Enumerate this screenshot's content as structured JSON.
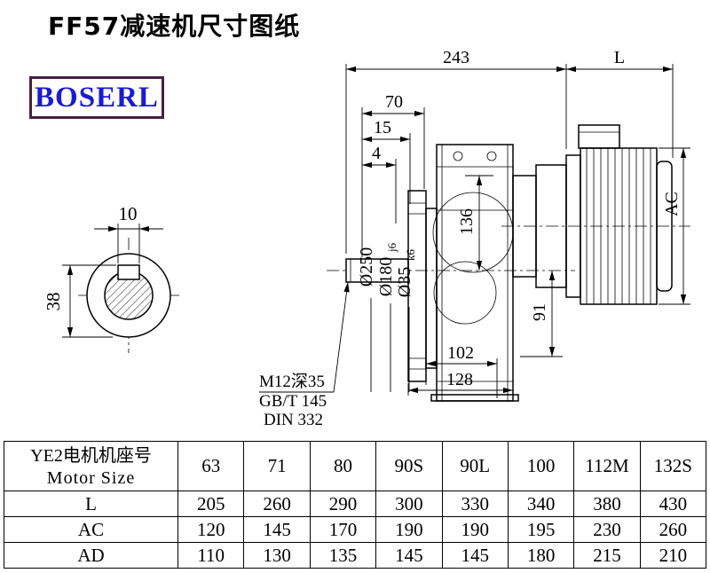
{
  "page": {
    "title": "FF57减速机尺寸图纸",
    "logo_text": "BOSERL"
  },
  "drawing": {
    "dim_243": "243",
    "dim_L": "L",
    "dim_70": "70",
    "dim_15": "15",
    "dim_4": "4",
    "dim_AC": "AC",
    "dim_136": "136",
    "dim_91": "91",
    "dim_102": "102",
    "dim_128": "128",
    "dim_10": "10",
    "dim_38": "38",
    "dia_250": "Ø250",
    "dia_180": {
      "main": "Ø180",
      "tol": "j6"
    },
    "dia_35": {
      "main": "Ø35",
      "tol": "k6"
    },
    "note_thread": "M12深35",
    "note_gb": "GB/T 145",
    "note_din": "DIN 332"
  },
  "table": {
    "row_header": {
      "line1": "YE2电机机座号",
      "line2": "Motor Size"
    },
    "motor_sizes": [
      "63",
      "71",
      "80",
      "90S",
      "90L",
      "100",
      "112M",
      "132S"
    ],
    "rows": [
      {
        "label": "L",
        "values": [
          "205",
          "260",
          "290",
          "300",
          "330",
          "340",
          "380",
          "430"
        ]
      },
      {
        "label": "AC",
        "values": [
          "120",
          "145",
          "170",
          "190",
          "190",
          "195",
          "230",
          "260"
        ]
      },
      {
        "label": "AD",
        "values": [
          "110",
          "130",
          "135",
          "145",
          "145",
          "180",
          "215",
          "210"
        ]
      }
    ]
  }
}
